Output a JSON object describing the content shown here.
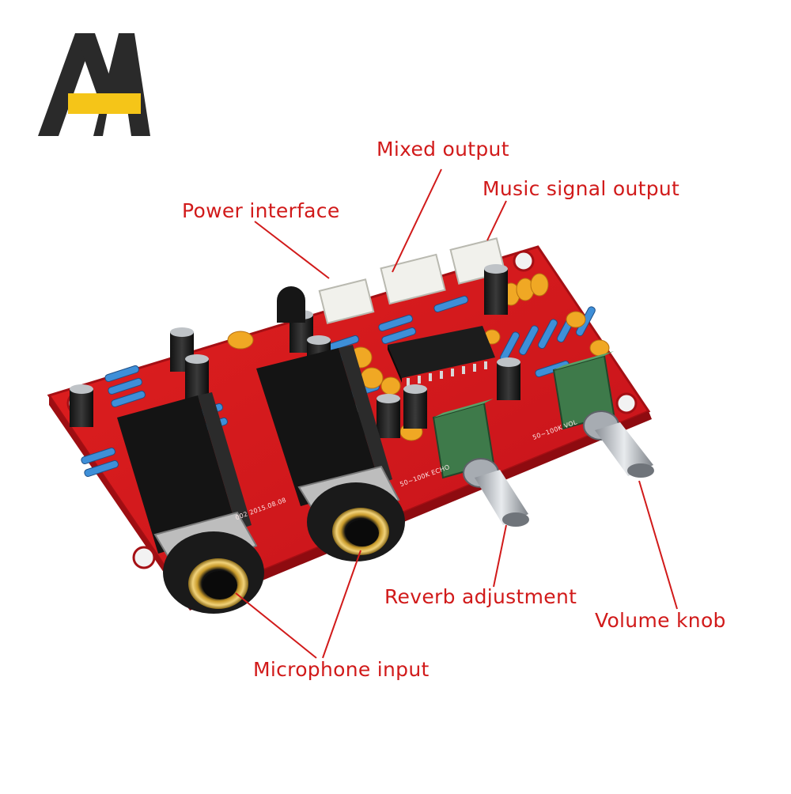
{
  "brand": {
    "logo": "brand-logo-AA",
    "accent_color": "#f5c518",
    "dark_color": "#2a2a2a"
  },
  "colors": {
    "label_text": "#d11a1a",
    "leader_line": "#d11a1a",
    "pcb": "#d4161b"
  },
  "labels": {
    "mixed_output": "Mixed output",
    "music_signal_output": "Music signal output",
    "power_interface": "Power interface",
    "reverb_adjustment": "Reverb adjustment",
    "volume_knob": "Volume knob",
    "microphone_input": "Microphone input"
  },
  "pcb_silkscreen": {
    "echo_pot": "50~100K ECHO",
    "vol_pot": "50~100K VOL",
    "date": "002 2015.08.08"
  }
}
